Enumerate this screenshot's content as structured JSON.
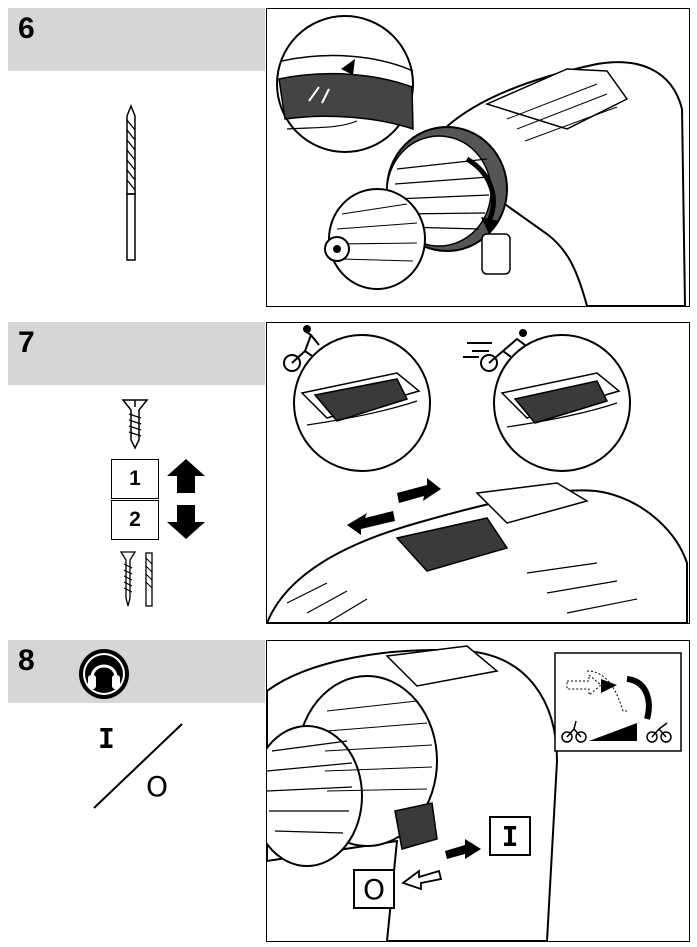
{
  "steps": [
    {
      "number": "6"
    },
    {
      "number": "7",
      "gears": [
        "1",
        "2"
      ]
    },
    {
      "number": "8",
      "switch_on": "I",
      "switch_off": "O"
    }
  ],
  "colors": {
    "header_gray": "#d6d6d6",
    "ink": "#000000",
    "dark_part": "#3a3a3a"
  },
  "icons": [
    "drill-bit-icon",
    "screw-icon",
    "arrow-up-icon",
    "arrow-down-icon",
    "ear-protection-icon",
    "cyclist-slow-icon",
    "cyclist-fast-icon"
  ]
}
